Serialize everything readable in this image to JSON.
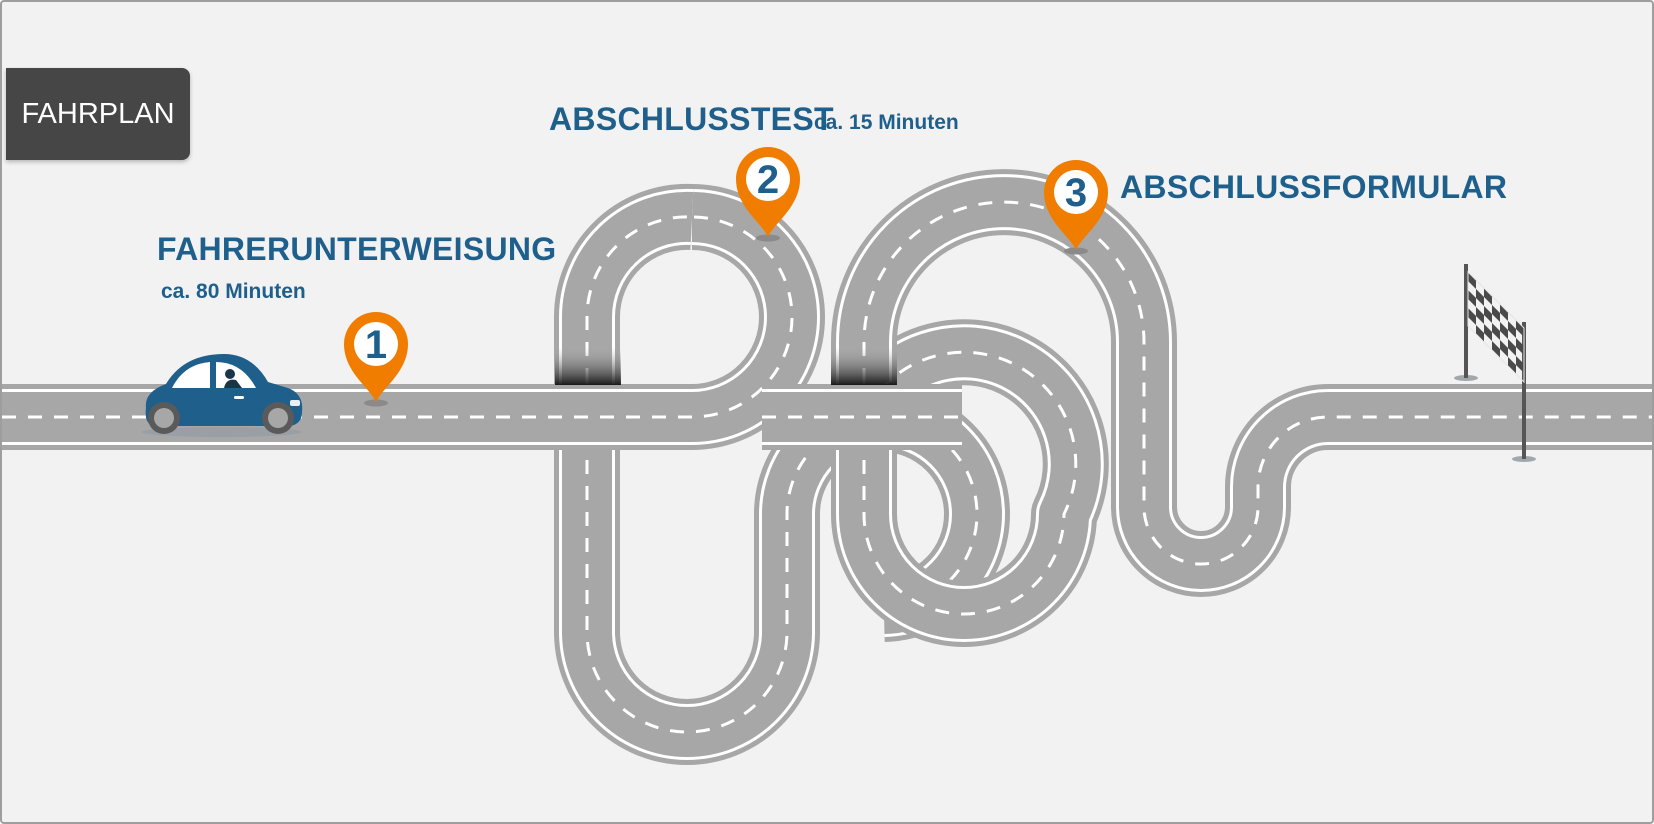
{
  "header": {
    "title": "FAHRPLAN"
  },
  "steps": [
    {
      "number": "1",
      "title": "FAHRERUNTERWEISUNG",
      "duration": "ca. 80 Minuten"
    },
    {
      "number": "2",
      "title": "ABSCHLUSSTEST",
      "duration": "ca. 15 Minuten"
    },
    {
      "number": "3",
      "title": "ABSCHLUSSFORMULAR"
    }
  ],
  "colors": {
    "background": "#f2f2f2",
    "road": "#a7a7a7",
    "road_edge": "#ffffff",
    "pin": "#f07d00",
    "text": "#1e5f8c",
    "car": "#1e5f8c",
    "badge": "#464646"
  },
  "icons": [
    "car-icon",
    "map-pin-icon",
    "checkered-flag-icon"
  ]
}
